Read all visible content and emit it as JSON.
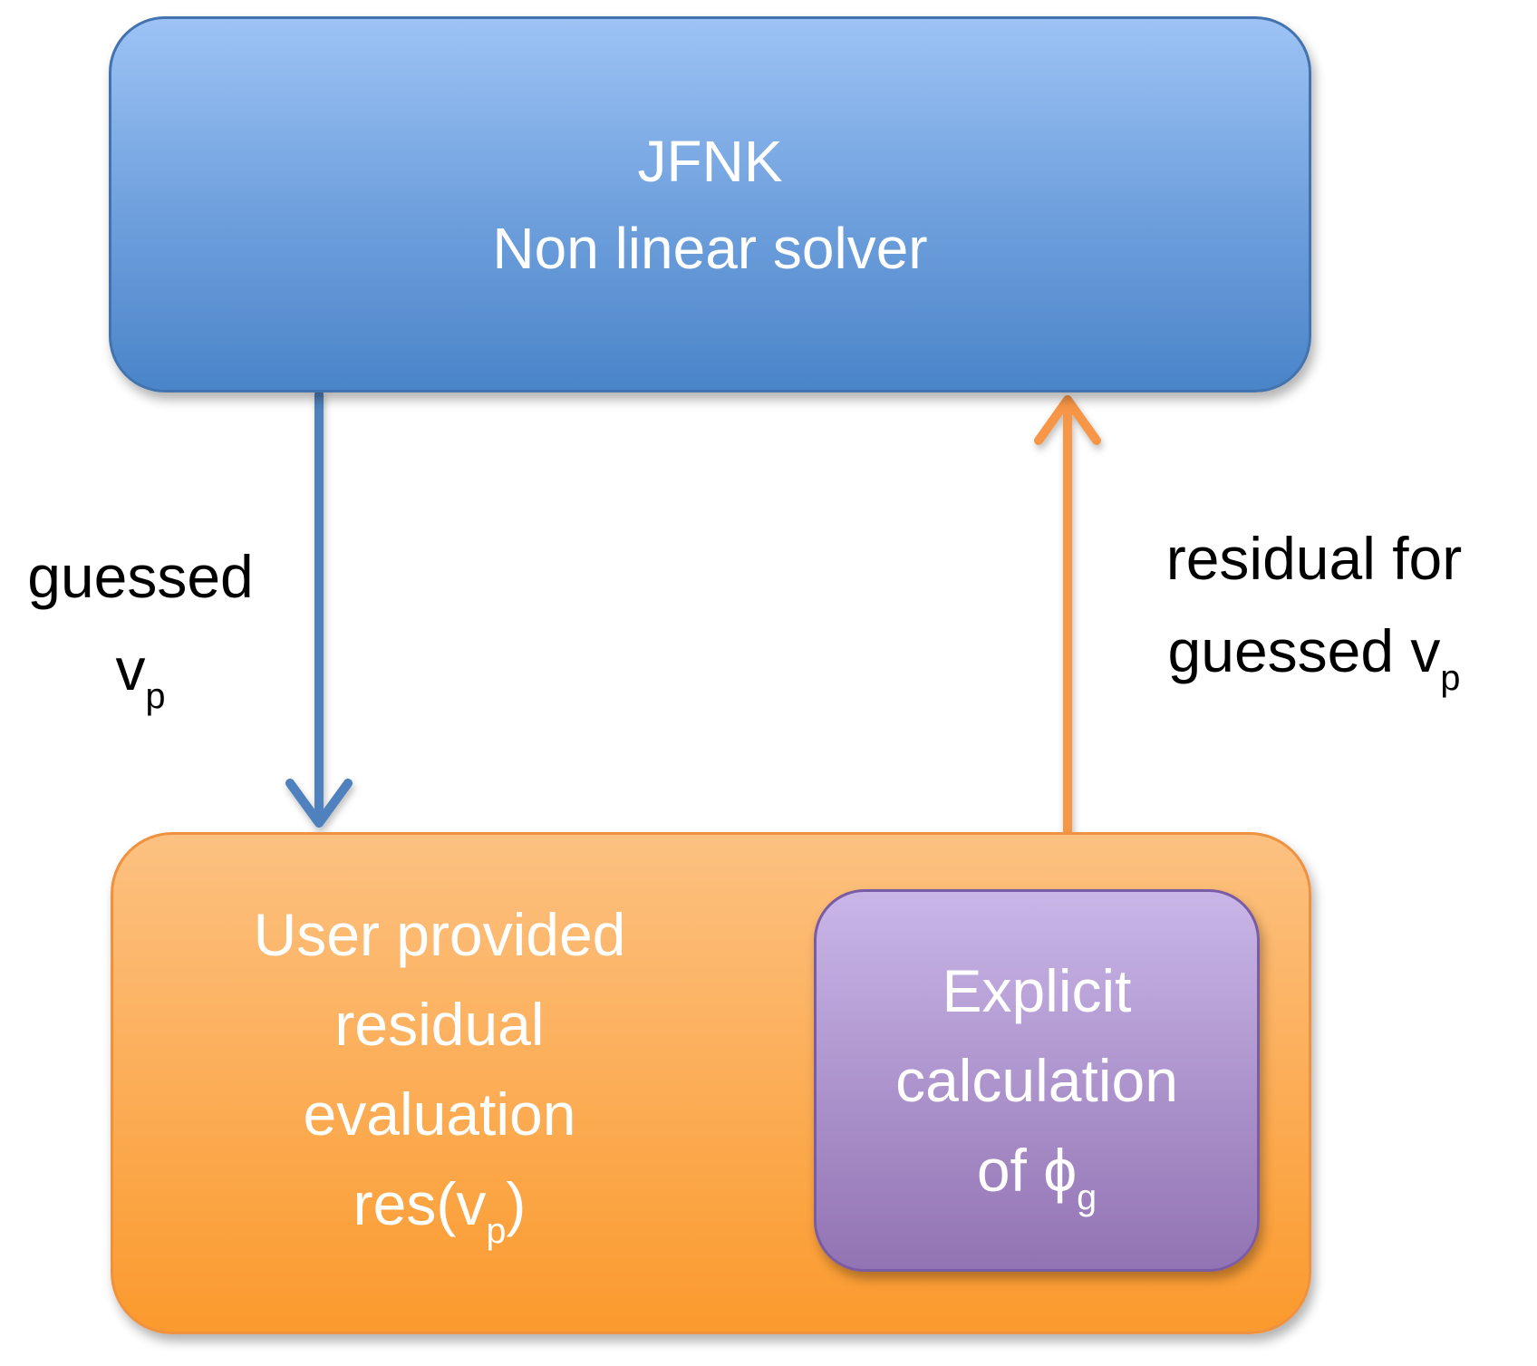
{
  "solver_box": {
    "line1": "JFNK",
    "line2": "Non linear solver"
  },
  "left_label": {
    "line1": "guessed",
    "line2_base": "v",
    "line2_sub": "p"
  },
  "right_label": {
    "line1": "residual for",
    "line2_base": "guessed v",
    "line2_sub": "p"
  },
  "residual_box": {
    "line1": "User provided",
    "line2": "residual",
    "line3": "evaluation",
    "line4_base": "res(v",
    "line4_sub": "p",
    "line4_suffix": ")"
  },
  "phi_box": {
    "line1": "Explicit",
    "line2": "calculation",
    "line3_base": "of ϕ",
    "line3_sub": "g"
  },
  "colors": {
    "blue_arrow": "#4E81BD",
    "orange_arrow": "#F79646",
    "blue_box_top": "#9DC3F5",
    "blue_box_bottom": "#4A85C9",
    "blue_box_border": "#4373AE",
    "orange_box_top": "#FCC181",
    "orange_box_bottom": "#FB9A2D",
    "orange_box_border": "#EF9240",
    "purple_box_top": "#C9B6E7",
    "purple_box_bottom": "#9273B3",
    "purple_box_border": "#7A5BA5",
    "box_text": "#FFFFFF",
    "label_text": "#000000"
  }
}
